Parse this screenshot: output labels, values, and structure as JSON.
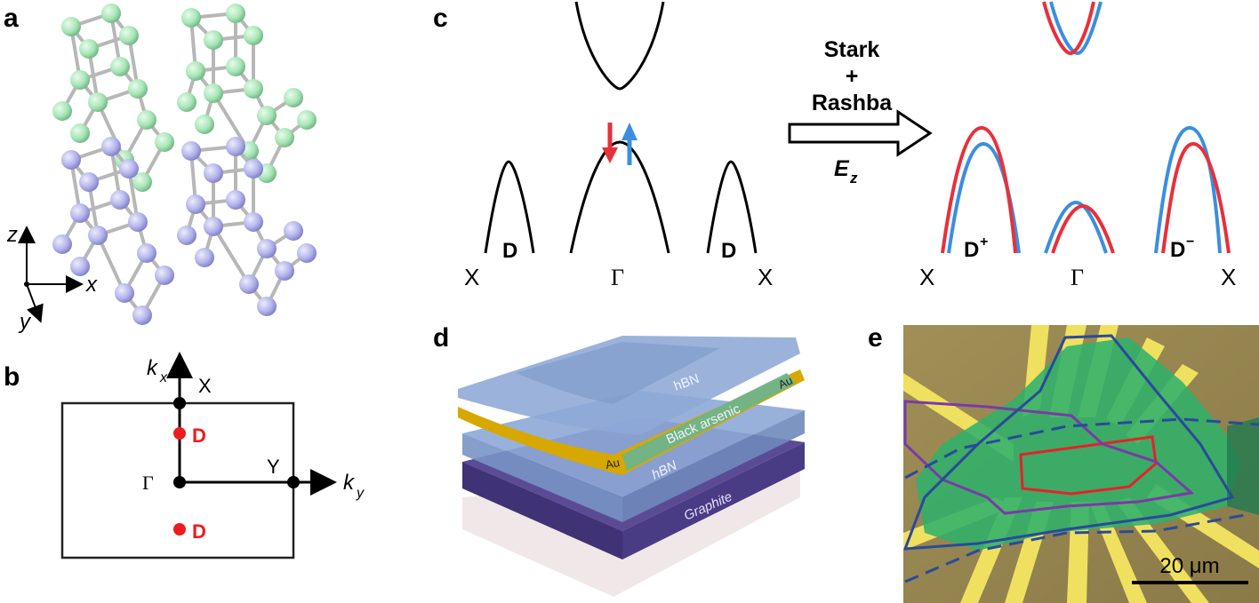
{
  "panels": {
    "a": {
      "label": "a",
      "axes": {
        "z": "z",
        "x": "x",
        "y": "y"
      },
      "colors": {
        "top_layer": "#a8e6b8",
        "bottom_layer": "#b3b3ec",
        "bonds": "#b7b7b7"
      }
    },
    "b": {
      "label": "b",
      "kx": "k",
      "kx_sub": "x",
      "ky": "k",
      "ky_sub": "y",
      "X": "X",
      "Y": "Y",
      "Gamma": "Γ",
      "D_top": "D",
      "D_bottom": "D",
      "colors": {
        "valley_dot": "#ee1c1c"
      }
    },
    "c": {
      "label": "c",
      "left_labels": {
        "X_left": "X",
        "Gamma": "Γ",
        "X_right": "X",
        "D_left": "D",
        "D_right": "D"
      },
      "arrow_text": {
        "line1": "Stark",
        "line2": "+",
        "line3": "Rashba",
        "field": "E",
        "field_sub": "z"
      },
      "right_labels": {
        "X_left": "X",
        "Gamma": "Γ",
        "X_right": "X",
        "D_plus": "D",
        "D_plus_sup": "+",
        "D_minus": "D",
        "D_minus_sup": "−"
      },
      "colors": {
        "spin_down": "#e8303a",
        "spin_up": "#3a8ee0"
      }
    },
    "d": {
      "label": "d",
      "layers": {
        "hBN_top": "hBN",
        "Au_right": "Au",
        "black_arsenic": "Black arsenic",
        "Au_left": "Au",
        "hBN_bottom": "hBN",
        "graphite": "Graphite"
      },
      "colors": {
        "hBN": "#8da8d6",
        "Au": "#d6a800",
        "black_arsenic": "#6fb38a",
        "graphite": "#4d3f8a"
      }
    },
    "e": {
      "label": "e",
      "scale_bar": "20 μm",
      "colors": {
        "substrate": "#9a8a4e",
        "gold": "#f0e060",
        "flake": "#2fb06a"
      }
    }
  }
}
